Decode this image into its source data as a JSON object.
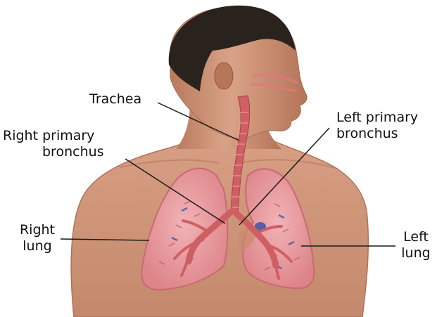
{
  "labels": {
    "trachea": "Trachea",
    "right_primary_bronchus": [
      "Right primary",
      "bronchus"
    ],
    "left_primary_bronchus": [
      "Left primary",
      "bronchus"
    ],
    "right_lung": [
      "Right",
      "lung"
    ],
    "left_lung": [
      "Left",
      "lung"
    ]
  },
  "colors": {
    "skin": "#c98b6c",
    "skin_shadow": "#a9694f",
    "hair": "#2a221d",
    "lung": "#e79a9e",
    "lung_edge": "#c86a72",
    "trachea": "#cf5f63",
    "vessel_blue": "#3d55a8",
    "leader_line": "#1a1a1a"
  }
}
